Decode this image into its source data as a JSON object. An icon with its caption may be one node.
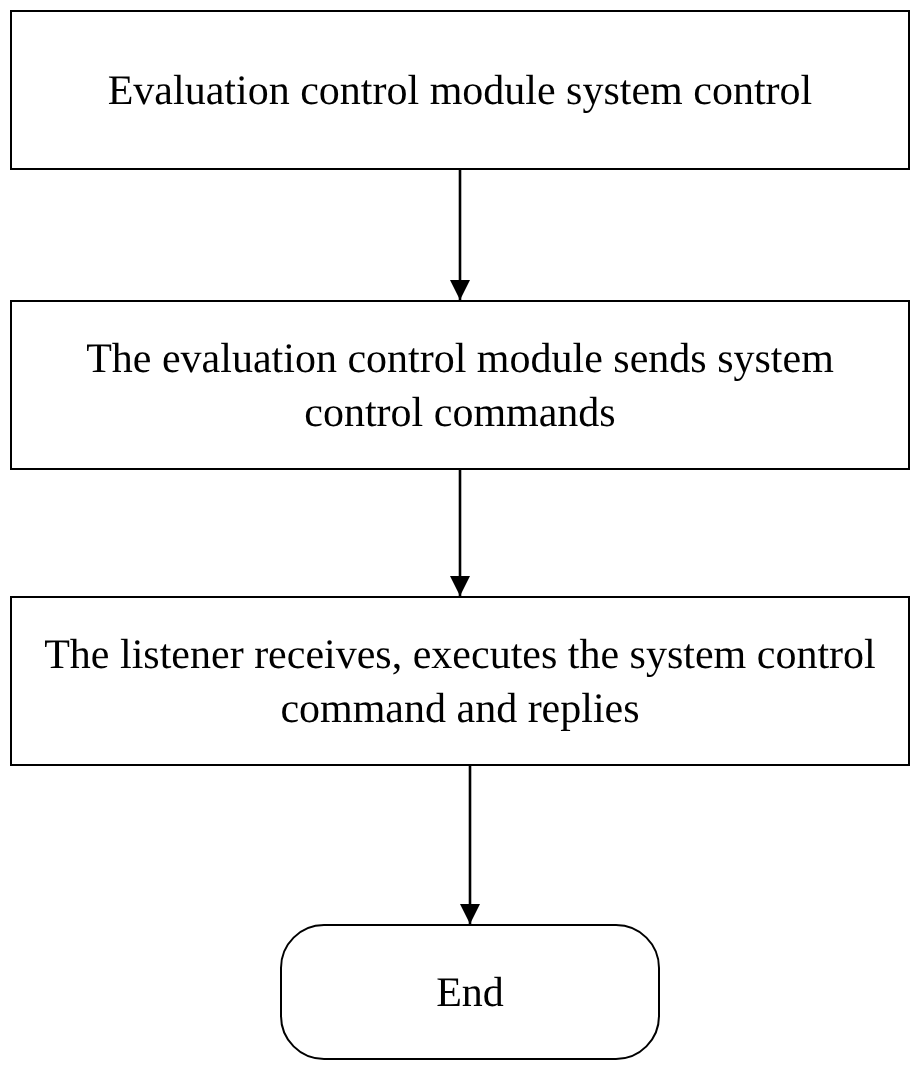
{
  "diagram": {
    "nodes": [
      {
        "text": [
          "Evaluation control module system control"
        ]
      },
      {
        "text": [
          "The evaluation control module sends system control commands"
        ]
      },
      {
        "text": [
          "The listener receives, executes the system control command and replies"
        ]
      },
      {
        "text": [
          "End"
        ]
      }
    ],
    "edges": [
      {
        "from": 0,
        "to": 1,
        "arrow": "to"
      },
      {
        "from": 1,
        "to": 2,
        "arrow": "to"
      },
      {
        "from": 2,
        "to": 3,
        "arrow": "to"
      }
    ]
  }
}
